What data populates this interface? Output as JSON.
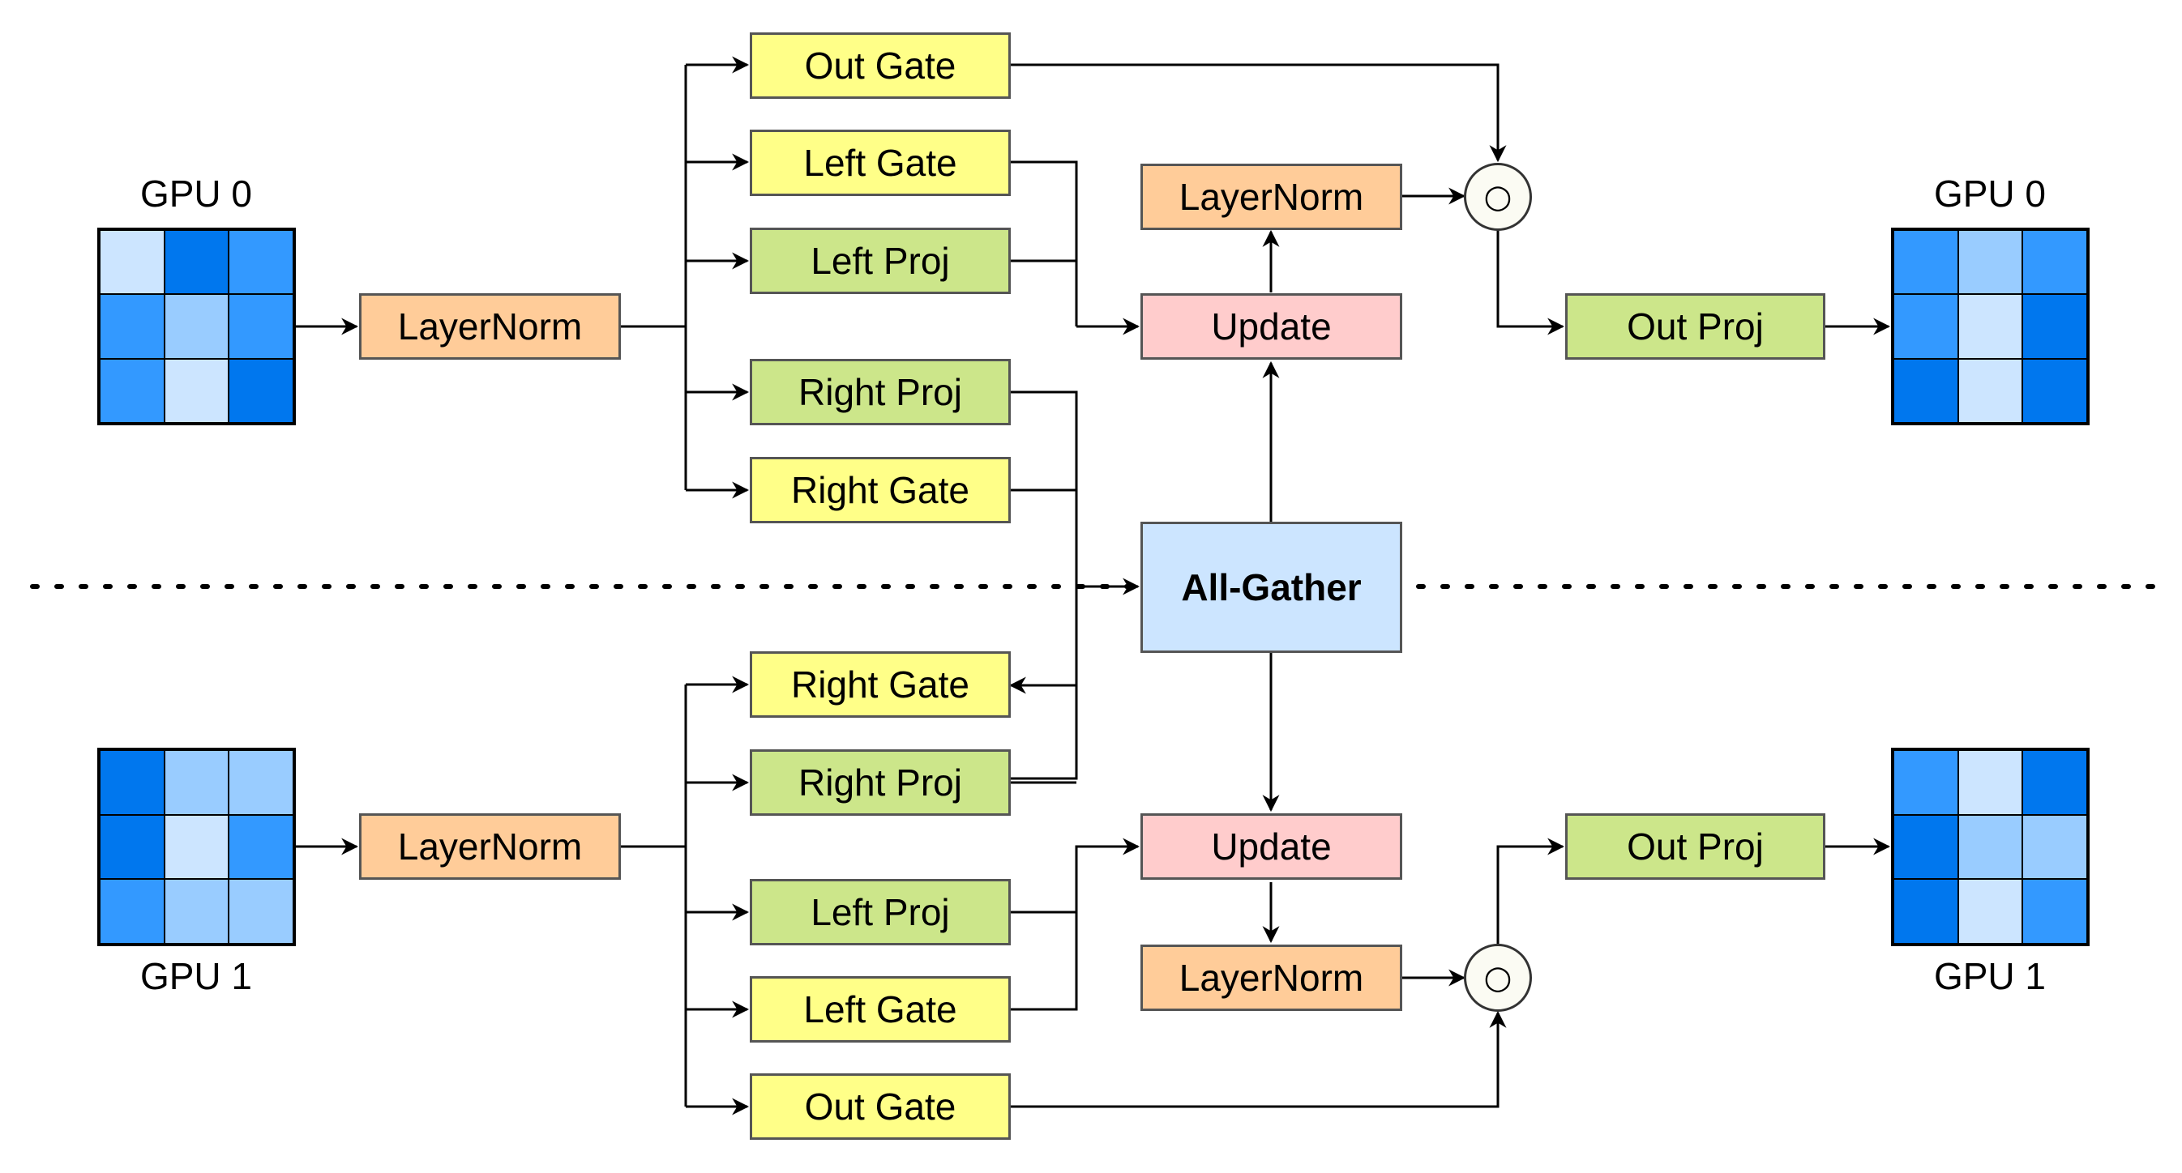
{
  "colors": {
    "layernorm": "#ffcc99",
    "gate": "#ffff88",
    "proj": "#cce68a",
    "update": "#ffcccc",
    "allgather": "#cce5ff",
    "cell_light": "#cce5ff",
    "cell_mid": "#99ccff",
    "cell_midstrong": "#3399ff",
    "cell_strong": "#0077ee"
  },
  "gpu0": {
    "input_label": "GPU 0",
    "output_label": "GPU 0",
    "input_grid": [
      "light",
      "strong",
      "midstrong",
      "midstrong",
      "mid",
      "midstrong",
      "midstrong",
      "light",
      "strong"
    ],
    "output_grid": [
      "midstrong",
      "mid",
      "midstrong",
      "midstrong",
      "light",
      "strong",
      "strong",
      "light",
      "strong"
    ],
    "layernorm_in": "LayerNorm",
    "out_gate": "Out Gate",
    "left_gate": "Left Gate",
    "left_proj": "Left Proj",
    "right_proj": "Right Proj",
    "right_gate": "Right Gate",
    "update": "Update",
    "layernorm_out": "LayerNorm",
    "odot": "○",
    "out_proj": "Out Proj"
  },
  "gpu1": {
    "input_label": "GPU 1",
    "output_label": "GPU 1",
    "input_grid": [
      "strong",
      "mid",
      "mid",
      "strong",
      "light",
      "midstrong",
      "midstrong",
      "mid",
      "mid"
    ],
    "output_grid": [
      "midstrong",
      "light",
      "strong",
      "strong",
      "mid",
      "mid",
      "strong",
      "light",
      "midstrong"
    ],
    "layernorm_in": "LayerNorm",
    "right_gate": "Right Gate",
    "right_proj": "Right Proj",
    "left_proj": "Left Proj",
    "left_gate": "Left Gate",
    "out_gate": "Out Gate",
    "update": "Update",
    "layernorm_out": "LayerNorm",
    "odot": "○",
    "out_proj": "Out Proj"
  },
  "all_gather": "All-Gather"
}
